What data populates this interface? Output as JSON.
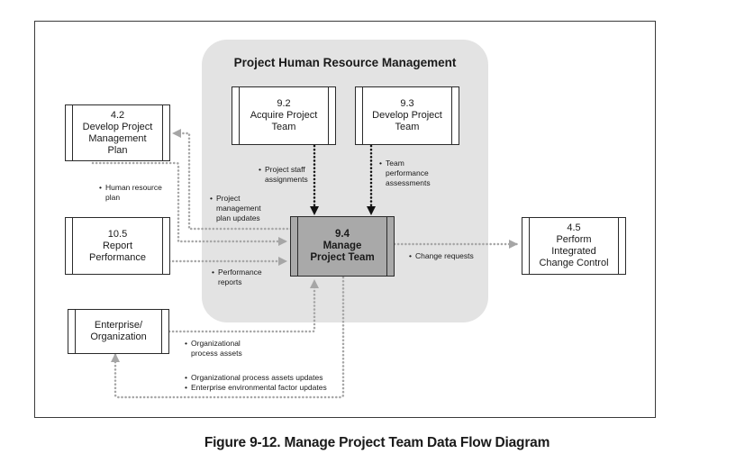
{
  "diagram": {
    "group_title": "Project Human Resource Management",
    "caption": "Figure 9-12. Manage Project Team Data Flow Diagram",
    "processes": {
      "p42": {
        "number": "4.2",
        "lines": [
          "Develop Project",
          "Management",
          "Plan"
        ]
      },
      "p105": {
        "number": "10.5",
        "lines": [
          "Report",
          "Performance"
        ]
      },
      "enterprise": {
        "number": "",
        "lines": [
          "Enterprise/",
          "Organization"
        ]
      },
      "p92": {
        "number": "9.2",
        "lines": [
          "Acquire Project",
          "Team"
        ]
      },
      "p93": {
        "number": "9.3",
        "lines": [
          "Develop Project",
          "Team"
        ]
      },
      "p94": {
        "number": "9.4",
        "lines": [
          "Manage",
          "Project Team"
        ]
      },
      "p45": {
        "number": "4.5",
        "lines": [
          "Perform",
          "Integrated",
          "Change  Control"
        ]
      }
    },
    "flow_labels": {
      "staff": [
        "Project staff",
        "assignments"
      ],
      "team_perf": [
        "Team",
        "performance",
        "assessments"
      ],
      "hr_plan": [
        "Human resource",
        "plan"
      ],
      "pmp_updates": [
        "Project",
        "management",
        "plan updates"
      ],
      "perf_reports": [
        "Performance",
        "reports"
      ],
      "change_requests": [
        "Change requests"
      ],
      "opa": [
        "Organizational",
        "process assets"
      ],
      "updates": [
        "Organizational process assets updates",
        "Enterprise environmental factor updates"
      ]
    }
  }
}
